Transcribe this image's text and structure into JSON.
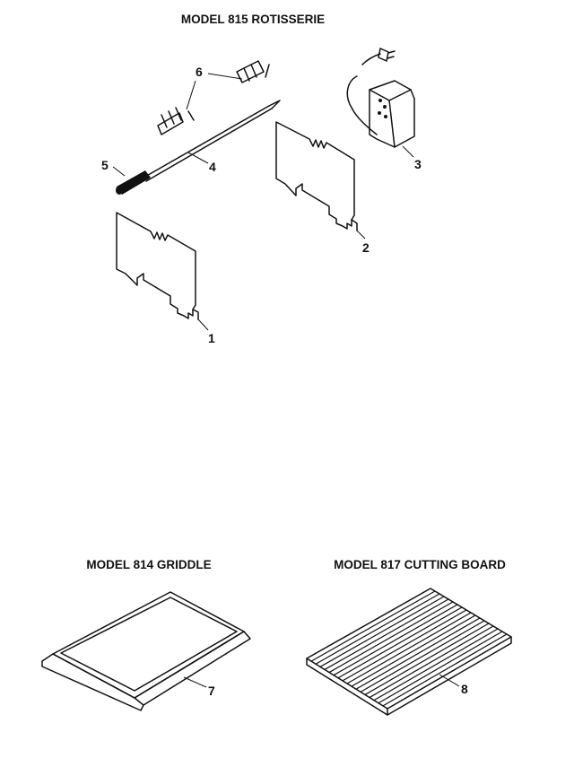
{
  "sections": {
    "rotisserie_title": "MODEL 815 ROTISSERIE",
    "griddle_title": "MODEL 814 GRIDDLE",
    "cutting_board_title": "MODEL 817  CUTTING  BOARD"
  },
  "callouts": {
    "c1": "1",
    "c2": "2",
    "c3": "3",
    "c4": "4",
    "c5": "5",
    "c6": "6",
    "c7": "7",
    "c8": "8"
  }
}
